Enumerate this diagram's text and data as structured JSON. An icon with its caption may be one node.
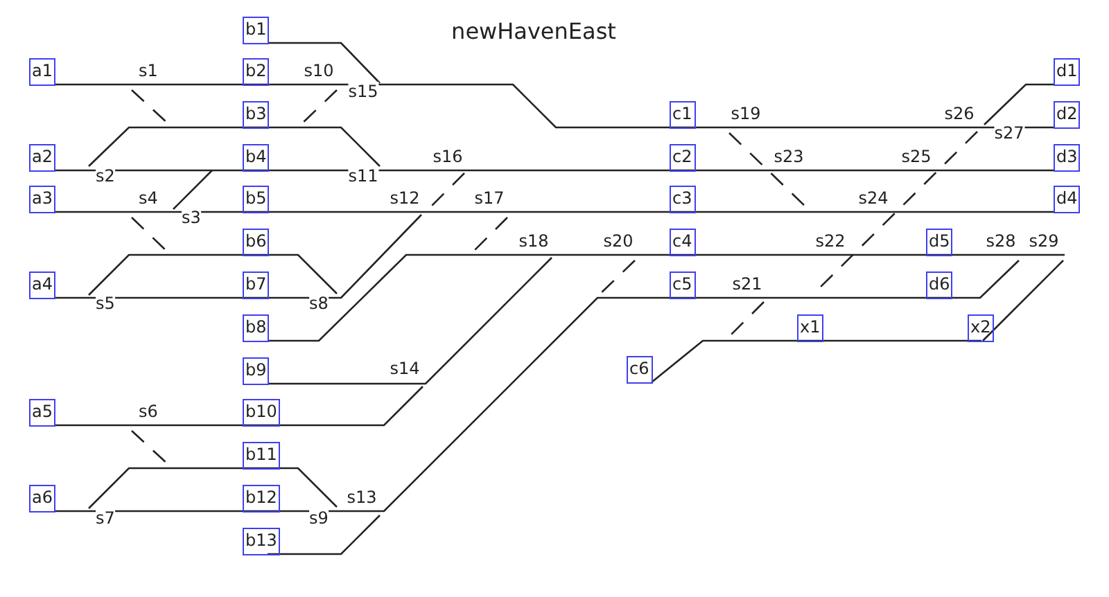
{
  "diagram": {
    "title": "newHavenEast",
    "nodes": [
      {
        "text": [
          "a1"
        ]
      },
      {
        "text": [
          "a2"
        ]
      },
      {
        "text": [
          "a3"
        ]
      },
      {
        "text": [
          "a4"
        ]
      },
      {
        "text": [
          "a5"
        ]
      },
      {
        "text": [
          "a6"
        ]
      },
      {
        "text": [
          "b1"
        ]
      },
      {
        "text": [
          "b2"
        ]
      },
      {
        "text": [
          "b3"
        ]
      },
      {
        "text": [
          "b4"
        ]
      },
      {
        "text": [
          "b5"
        ]
      },
      {
        "text": [
          "b6"
        ]
      },
      {
        "text": [
          "b7"
        ]
      },
      {
        "text": [
          "b8"
        ]
      },
      {
        "text": [
          "b9"
        ]
      },
      {
        "text": [
          "b10"
        ]
      },
      {
        "text": [
          "b11"
        ]
      },
      {
        "text": [
          "b12"
        ]
      },
      {
        "text": [
          "b13"
        ]
      },
      {
        "text": [
          "c1"
        ]
      },
      {
        "text": [
          "c2"
        ]
      },
      {
        "text": [
          "c3"
        ]
      },
      {
        "text": [
          "c4"
        ]
      },
      {
        "text": [
          "c5"
        ]
      },
      {
        "text": [
          "c6"
        ]
      },
      {
        "text": [
          "d1"
        ]
      },
      {
        "text": [
          "d2"
        ]
      },
      {
        "text": [
          "d3"
        ]
      },
      {
        "text": [
          "d4"
        ]
      },
      {
        "text": [
          "d5"
        ]
      },
      {
        "text": [
          "d6"
        ]
      },
      {
        "text": [
          "x1"
        ]
      },
      {
        "text": [
          "x2"
        ]
      }
    ],
    "edges": [],
    "labels": [
      "s1",
      "s2",
      "s3",
      "s4",
      "s5",
      "s6",
      "s7",
      "s8",
      "s9",
      "s10",
      "s11",
      "s12",
      "s13",
      "s14",
      "s15",
      "s16",
      "s17",
      "s18",
      "s19",
      "s20",
      "s21",
      "s22",
      "s23",
      "s24",
      "s25",
      "s26",
      "s27",
      "s28",
      "s29"
    ]
  }
}
